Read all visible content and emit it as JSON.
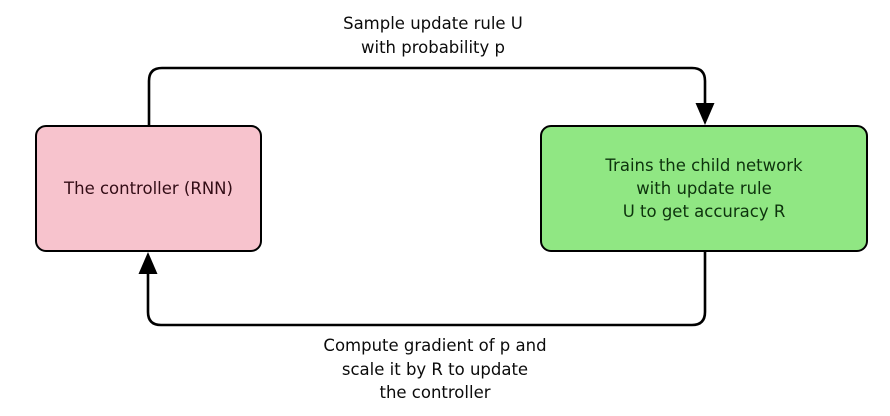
{
  "diagram": {
    "background": "#ffffff",
    "arrow_color": "#000000",
    "nodes": {
      "controller": {
        "label": "The controller (RNN)",
        "fill": "#f7c3cd",
        "text_color": "#330d16",
        "border_color": "#000000"
      },
      "child_network": {
        "label": "Trains the child network\nwith update rule\nU to get accuracy R",
        "fill": "#90e783",
        "text_color": "#0d330d",
        "border_color": "#000000"
      }
    },
    "edges": {
      "top": {
        "label": "Sample update rule U\nwith probability p",
        "from": "controller",
        "to": "child_network"
      },
      "bottom": {
        "label": "Compute gradient of p and\nscale it by R to update\nthe controller",
        "from": "child_network",
        "to": "controller"
      }
    }
  }
}
